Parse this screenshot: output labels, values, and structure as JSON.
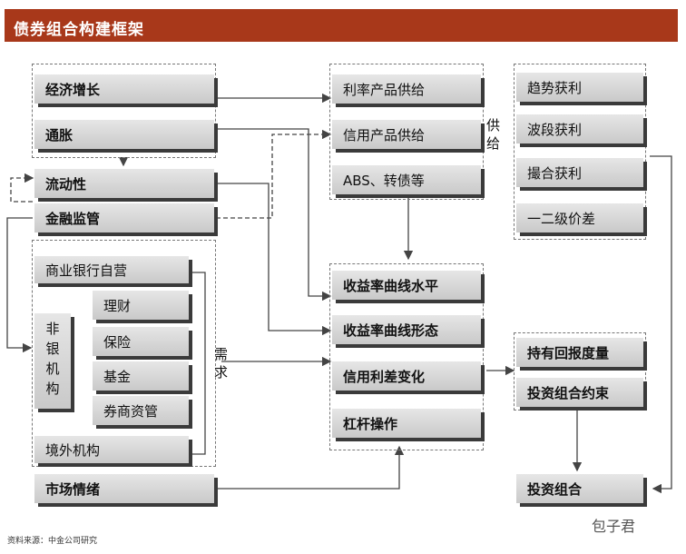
{
  "header": {
    "title": "债券组合构建框架"
  },
  "nodes": {
    "economic_growth": "经济增长",
    "inflation": "通胀",
    "liquidity": "流动性",
    "financial_regulation": "金融监管",
    "bank_proprietary": "商业银行自营",
    "non_bank_label": "非银机构",
    "wealth_mgmt": "理财",
    "insurance": "保险",
    "fund": "基金",
    "broker_am": "券商资管",
    "overseas": "境外机构",
    "market_sentiment": "市场情绪",
    "rate_supply": "利率产品供给",
    "credit_supply": "信用产品供给",
    "abs_cb": "ABS、转债等",
    "yield_level": "收益率曲线水平",
    "yield_shape": "收益率曲线形态",
    "credit_spread": "信用利差变化",
    "leverage": "杠杆操作",
    "trend_profit": "趋势获利",
    "swing_profit": "波段获利",
    "arbitrage_profit": "撮合获利",
    "primary_secondary_spread": "一二级价差",
    "holding_return": "持有回报度量",
    "portfolio_constraint": "投资组合约束",
    "portfolio": "投资组合"
  },
  "labels": {
    "supply": "供给",
    "demand": "需求"
  },
  "footer": {
    "source": "资料来源：中金公司研究",
    "watermark": "包子君"
  },
  "colors": {
    "header_bg": "#a8381a",
    "box_fill": "#d6d6d6",
    "box_shadow": "#3a3a3a",
    "line": "#444444"
  }
}
